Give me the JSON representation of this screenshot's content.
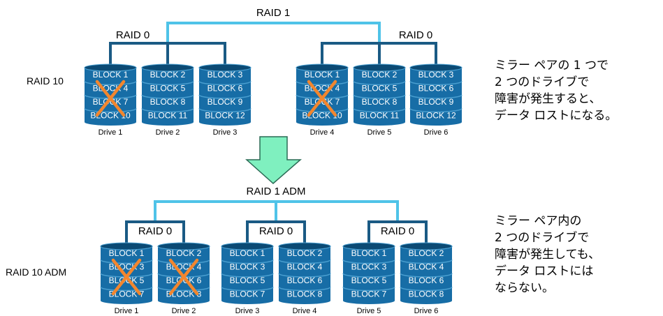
{
  "colors": {
    "raid1_line": "#4fc3e8",
    "raid0_line": "#1a5a84",
    "cylinder_fill": "#176da6",
    "cylinder_dark": "#0b4a74",
    "cylinder_stripe": "#4a9fd0",
    "failure_x": "#f2862e",
    "arrow_fill": "#7ff0bf",
    "arrow_stroke": "#2b6a55"
  },
  "top": {
    "raid1_label": "RAID 1",
    "raid0_left_label": "RAID 0",
    "raid0_right_label": "RAID 0",
    "side_label": "RAID 10",
    "drives": [
      {
        "name": "Drive 1",
        "blocks": [
          "BLOCK 1",
          "BLOCK 4",
          "BLOCK 7",
          "BLOCK 10"
        ],
        "failed": true
      },
      {
        "name": "Drive 2",
        "blocks": [
          "BLOCK 2",
          "BLOCK 5",
          "BLOCK 8",
          "BLOCK 11"
        ],
        "failed": false
      },
      {
        "name": "Drive 3",
        "blocks": [
          "BLOCK 3",
          "BLOCK 6",
          "BLOCK 9",
          "BLOCK 12"
        ],
        "failed": false
      },
      {
        "name": "Drive 4",
        "blocks": [
          "BLOCK 1",
          "BLOCK 4",
          "BLOCK 7",
          "BLOCK 10"
        ],
        "failed": true
      },
      {
        "name": "Drive 5",
        "blocks": [
          "BLOCK 2",
          "BLOCK 5",
          "BLOCK 8",
          "BLOCK 11"
        ],
        "failed": false
      },
      {
        "name": "Drive 6",
        "blocks": [
          "BLOCK 3",
          "BLOCK 6",
          "BLOCK 9",
          "BLOCK 12"
        ],
        "failed": false
      }
    ],
    "note_lines": [
      "ミラー ペアの 1 つで",
      "2 つのドライブで",
      "障害が発生すると、",
      "データ ロストになる。"
    ]
  },
  "bottom": {
    "raid1_label": "RAID 1 ADM",
    "raid0_labels": [
      "RAID 0",
      "RAID 0",
      "RAID 0"
    ],
    "side_label": "RAID 10 ADM",
    "drives": [
      {
        "name": "Drive 1",
        "blocks": [
          "BLOCK 1",
          "BLOCK 3",
          "BLOCK 5",
          "BLOCK 7"
        ],
        "failed": true
      },
      {
        "name": "Drive 2",
        "blocks": [
          "BLOCK 2",
          "BLOCK 4",
          "BLOCK 6",
          "BLOCK 8"
        ],
        "failed": true
      },
      {
        "name": "Drive 3",
        "blocks": [
          "BLOCK 1",
          "BLOCK 3",
          "BLOCK 5",
          "BLOCK 7"
        ],
        "failed": false
      },
      {
        "name": "Drive 4",
        "blocks": [
          "BLOCK 2",
          "BLOCK 4",
          "BLOCK 6",
          "BLOCK 8"
        ],
        "failed": false
      },
      {
        "name": "Drive 5",
        "blocks": [
          "BLOCK 1",
          "BLOCK 3",
          "BLOCK 5",
          "BLOCK 7"
        ],
        "failed": false
      },
      {
        "name": "Drive 6",
        "blocks": [
          "BLOCK 2",
          "BLOCK 4",
          "BLOCK 6",
          "BLOCK 8"
        ],
        "failed": false
      }
    ],
    "note_lines": [
      "ミラー ペア内の",
      "2 つのドライブで",
      "障害が発生しても、",
      "データ ロストには",
      "ならない。"
    ]
  },
  "transition_arrow": "down-arrow-icon"
}
